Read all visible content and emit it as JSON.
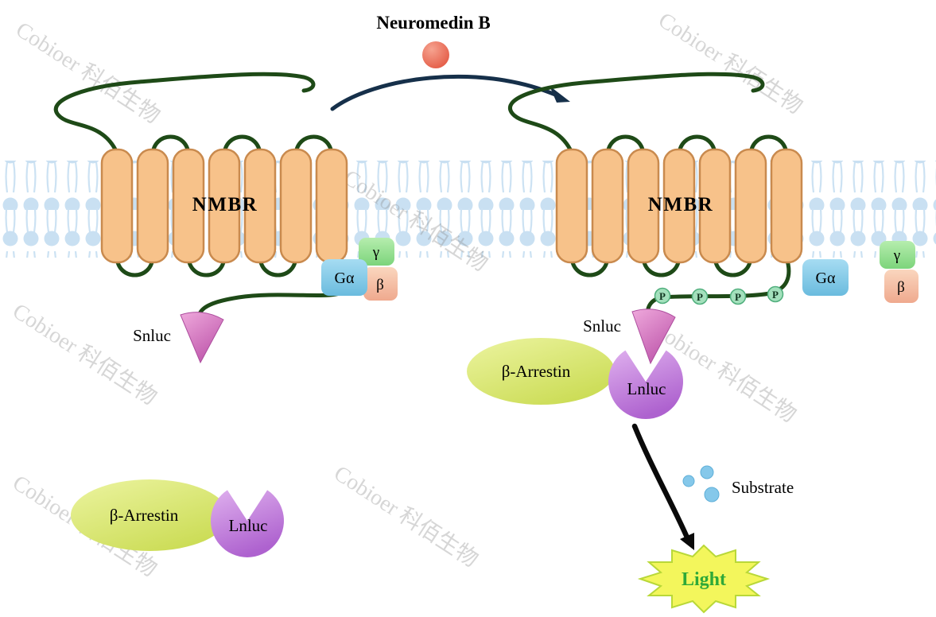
{
  "watermark": {
    "text": "Cobioer 科佰生物"
  },
  "ligand": {
    "label": "Neuromedin B"
  },
  "left_complex": {
    "receptor": "NMBR",
    "g_alpha": "Gα",
    "gamma": "γ",
    "beta": "β",
    "snluc": "Snluc",
    "arrestin": "β-Arrestin",
    "lnluc": "Lnluc"
  },
  "right_complex": {
    "receptor": "NMBR",
    "g_alpha": "Gα",
    "gamma": "γ",
    "beta": "β",
    "snluc": "Snluc",
    "arrestin": "β-Arrestin",
    "lnluc": "Lnluc",
    "phosphate": "P"
  },
  "reaction": {
    "substrate": "Substrate",
    "light": "Light"
  },
  "colors": {
    "membrane": "#C9E0F2",
    "helix": "#F7C28A",
    "helix_outline": "#C98A4E",
    "loop": "#1E4A17",
    "g_alpha": "#7FC8E6",
    "gamma": "#8EDC88",
    "beta": "#F5BD9E",
    "snluc": "#D977BE",
    "lnluc": "#C287DE",
    "arrestin": "#DCE97A",
    "ligand": "#E8614A",
    "phosphate": "#A3E0BC",
    "substrate": "#85C8EA",
    "light_fill": "#F3F65C",
    "light_text": "#2EA838",
    "arrow_dark": "#16304A",
    "arrow_black": "#0A0A0A",
    "watermark": "#8F8F8F"
  }
}
